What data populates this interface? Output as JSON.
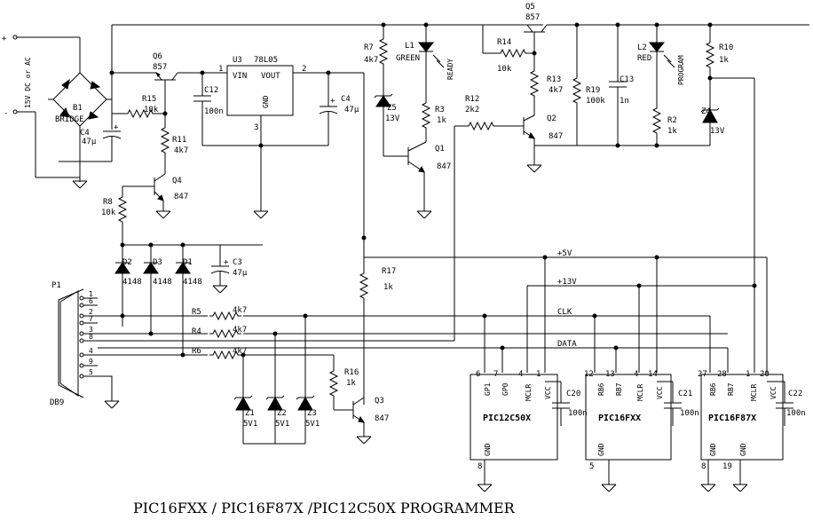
{
  "title": "PIC16FXX / PIC16F87X /PIC12C50X PROGRAMMER",
  "power": {
    "plus": "+",
    "minus": "-",
    "supply": "15V DC or AC",
    "rail5": "+5V",
    "rail13": "+13V"
  },
  "nets": {
    "clk": "CLK",
    "data": "DATA"
  },
  "bridge": {
    "ref": "B1",
    "name": "BRIDGE"
  },
  "reg": {
    "ref": "U3",
    "part": "78L05",
    "vin": "VIN",
    "vout": "VOUT",
    "gnd": "GND",
    "p1": "1",
    "p2": "2",
    "p3": "3"
  },
  "caps": {
    "c4a": {
      "ref": "C4",
      "val": "47µ"
    },
    "c4b": {
      "ref": "C4",
      "val": "47µ"
    },
    "c12": {
      "ref": "C12",
      "val": "100n"
    },
    "c13": {
      "ref": "C13",
      "val": "1n"
    },
    "c3": {
      "ref": "C3",
      "val": "47µ"
    },
    "c20": {
      "ref": "C20",
      "val": "100n"
    },
    "c21": {
      "ref": "C21",
      "val": "100n"
    },
    "c22": {
      "ref": "C22",
      "val": "100n"
    }
  },
  "resistors": {
    "r15": {
      "ref": "R15",
      "val": "10k"
    },
    "r11": {
      "ref": "R11",
      "val": "4k7"
    },
    "r8": {
      "ref": "R8",
      "val": "10k"
    },
    "r7": {
      "ref": "R7",
      "val": "4k7"
    },
    "r14": {
      "ref": "R14",
      "val": "10k"
    },
    "r13": {
      "ref": "R13",
      "val": "4k7"
    },
    "r3": {
      "ref": "R3",
      "val": "1k"
    },
    "r12": {
      "ref": "R12",
      "val": "2k2"
    },
    "r19": {
      "ref": "R19",
      "val": "100k"
    },
    "r2": {
      "ref": "R2",
      "val": "1k"
    },
    "r10": {
      "ref": "R10",
      "val": "1k"
    },
    "r17": {
      "ref": "R17",
      "val": "1k"
    },
    "r16": {
      "ref": "R16",
      "val": "1k"
    },
    "r5": {
      "ref": "R5",
      "val": "4k7"
    },
    "r4": {
      "ref": "R4",
      "val": "4k7"
    },
    "r6": {
      "ref": "R6",
      "val": "4k7"
    }
  },
  "transistors": {
    "q6": {
      "ref": "Q6",
      "part": "857"
    },
    "q5": {
      "ref": "Q5",
      "part": "857"
    },
    "q4": {
      "ref": "Q4",
      "part": "847"
    },
    "q1": {
      "ref": "Q1",
      "part": "847"
    },
    "q2": {
      "ref": "Q2",
      "part": "847"
    },
    "q3": {
      "ref": "Q3",
      "part": "847"
    }
  },
  "leds": {
    "l1": {
      "ref": "L1",
      "color": "GREEN",
      "label": "READY"
    },
    "l2": {
      "ref": "L2",
      "color": "RED",
      "label": "PROGRAM"
    }
  },
  "zeners": {
    "z5": {
      "ref": "Z5",
      "val": "13V"
    },
    "z4": {
      "ref": "Z4",
      "val": "13V"
    },
    "z1": {
      "ref": "Z1",
      "val": "5V1"
    },
    "z2": {
      "ref": "Z2",
      "val": "5V1"
    },
    "z3": {
      "ref": "Z3",
      "val": "5V1"
    }
  },
  "diodes": {
    "d2": {
      "ref": "D2",
      "val": "4148"
    },
    "d3": {
      "ref": "D3",
      "val": "4148"
    },
    "d1": {
      "ref": "D1",
      "val": "4148"
    }
  },
  "connector": {
    "ref": "P1",
    "type": "DB9",
    "pins": [
      "1",
      "6",
      "2",
      "7",
      "3",
      "8",
      "4",
      "9",
      "5"
    ]
  },
  "chips": {
    "pic12": {
      "name": "PIC12C50X",
      "pins": [
        "GP1",
        "GP0",
        "MCLR",
        "VCC"
      ],
      "nums": [
        "6",
        "7",
        "4",
        "1"
      ],
      "gnd": "GND",
      "gndnum": "8"
    },
    "pic16": {
      "name": "PIC16FXX",
      "pins": [
        "RB6",
        "RB7",
        "MCLR",
        "VCC"
      ],
      "nums": [
        "12",
        "13",
        "4",
        "14"
      ],
      "gnd": "GND",
      "gndnum": "5"
    },
    "pic87": {
      "name": "PIC16F87X",
      "pins": [
        "RB6",
        "RB7",
        "MCLR",
        "VCC"
      ],
      "nums": [
        "27",
        "28",
        "1",
        "20"
      ],
      "gnd": "GND",
      "gnd2": "GND",
      "gndnum": "8",
      "gndnum2": "19"
    }
  }
}
